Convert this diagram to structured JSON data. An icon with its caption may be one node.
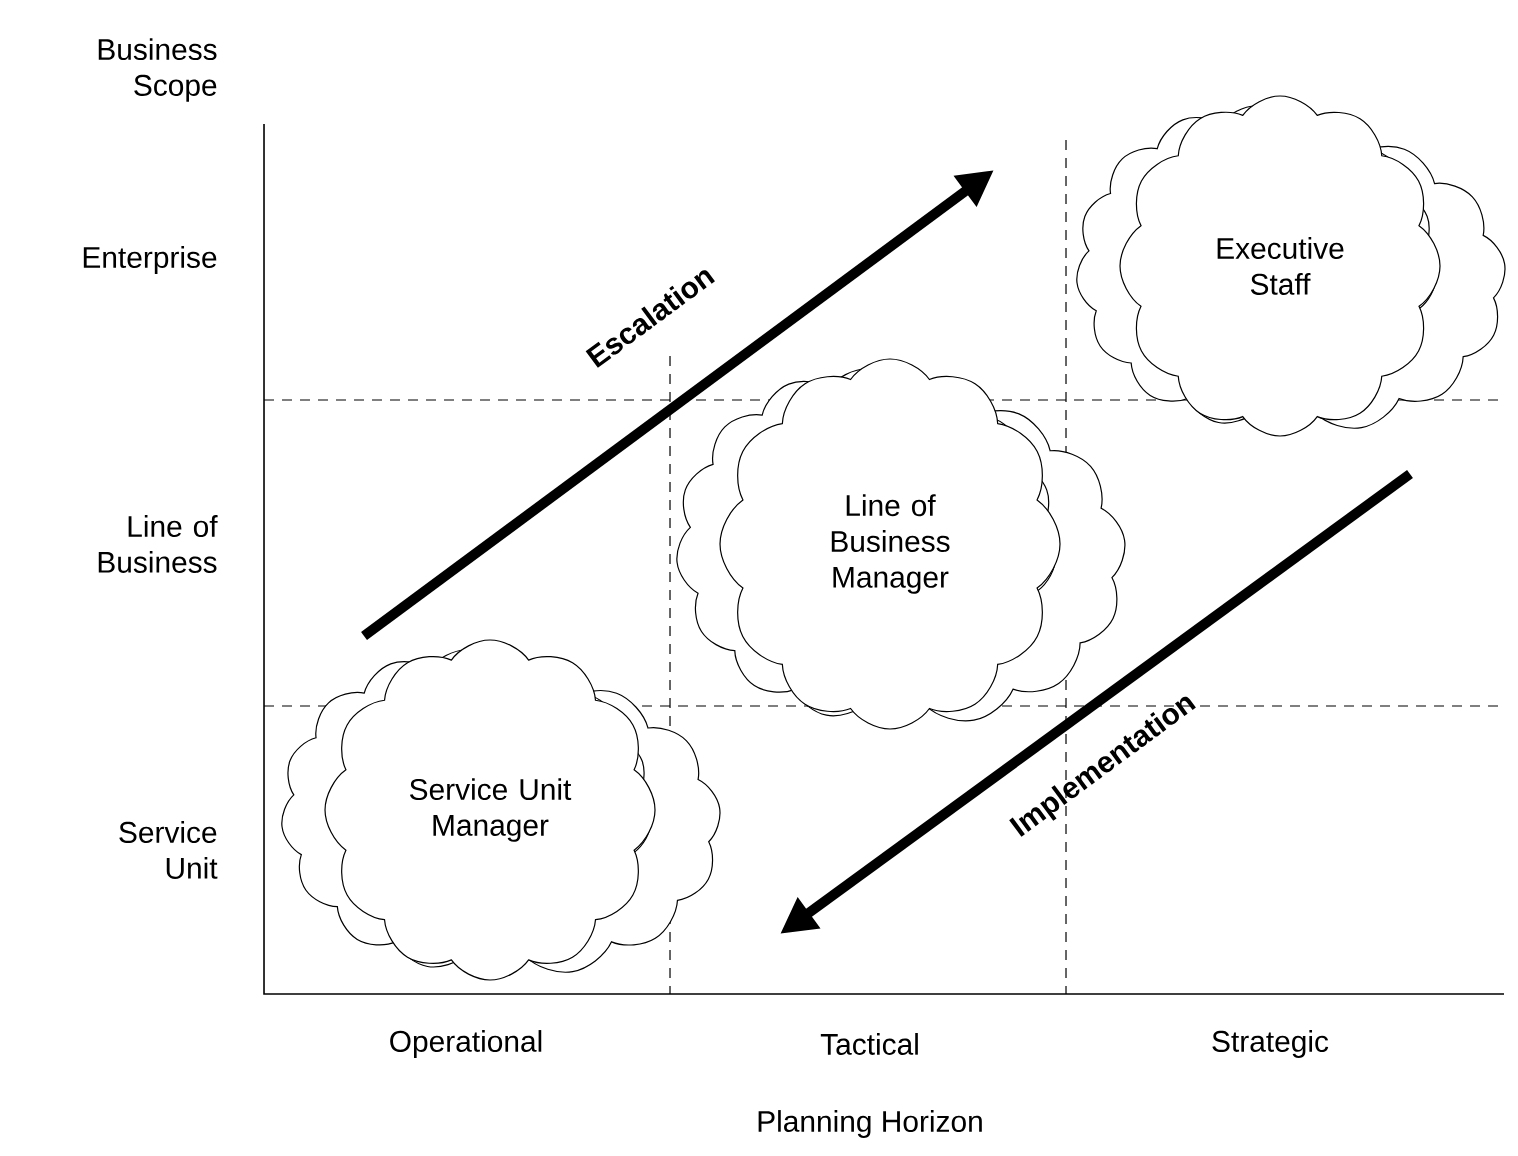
{
  "diagram": {
    "nodes": [
      {
        "text": [
          "Executive Staff"
        ]
      },
      {
        "text": [
          "Line of Business Manager"
        ]
      },
      {
        "text": [
          "Service Unit Manager"
        ]
      }
    ],
    "labels": [
      "Business Scope",
      "Enterprise",
      "Escalation",
      "Line of Business",
      "Implementation",
      "Service Unit",
      "Operational",
      "Tactical",
      "Strategic",
      "Planning Horizon"
    ]
  }
}
